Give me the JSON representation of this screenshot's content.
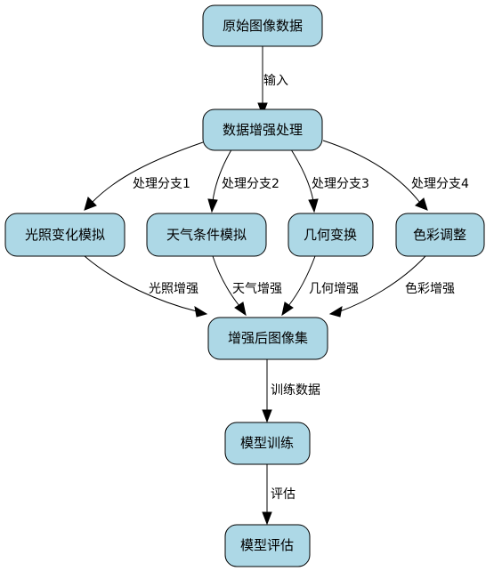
{
  "nodes": {
    "raw": "原始图像数据",
    "aug": "数据增强处理",
    "light": "光照变化模拟",
    "weather": "天气条件模拟",
    "geo": "几何变换",
    "color": "色彩调整",
    "set": "增强后图像集",
    "train": "模型训练",
    "eval": "模型评估"
  },
  "edges": {
    "input": "输入",
    "branch1": "处理分支1",
    "branch2": "处理分支2",
    "branch3": "处理分支3",
    "branch4": "处理分支4",
    "light_enh": "光照增强",
    "weather_enh": "天气增强",
    "geo_enh": "几何增强",
    "color_enh": "色彩增强",
    "train_data": "训练数据",
    "evaluate": "评估"
  },
  "colors": {
    "node_fill": "#add8e6",
    "stroke": "#000000"
  }
}
